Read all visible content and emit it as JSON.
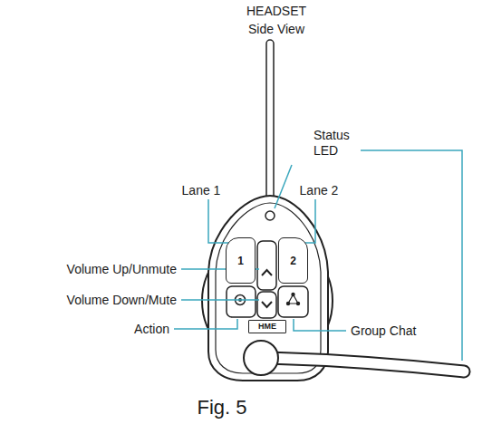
{
  "diagram": {
    "title": "HEADSET Side View",
    "caption": "Fig. 5",
    "nodes": [
      {
        "text": [
          "1"
        ]
      },
      {
        "text": [
          "2"
        ]
      },
      {
        "text": [
          "HME"
        ]
      }
    ],
    "labels": [
      "Status LED",
      "Lane 1",
      "Lane 2",
      "Volume Up/Unmute",
      "Volume Down/Mute",
      "Action",
      "Group Chat"
    ]
  }
}
